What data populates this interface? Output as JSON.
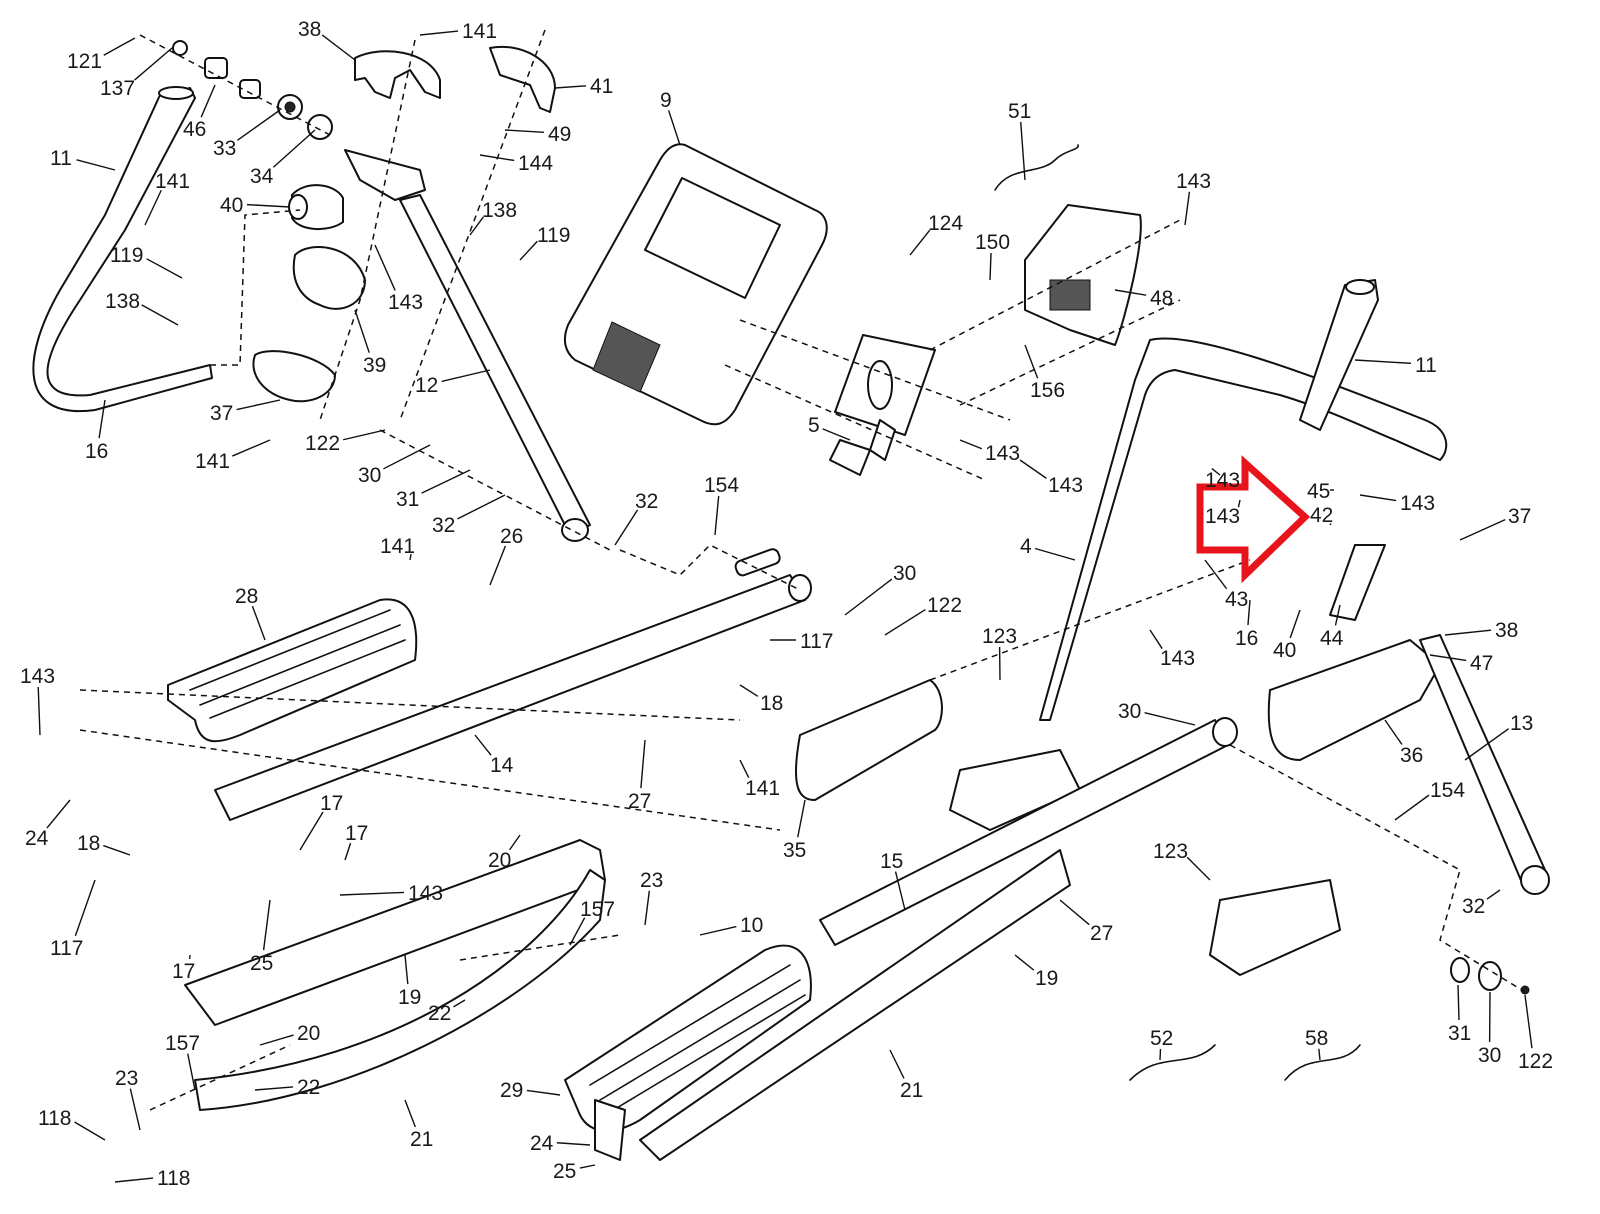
{
  "diagram": {
    "title": "Elliptical exploded parts diagram",
    "highlight_color": "#e8141c",
    "line_color": "#111111",
    "label_color": "#1a1a1a",
    "highlight": {
      "shape": "arrow-right",
      "points_to_part": "42"
    },
    "labels": [
      {
        "id": "l121",
        "text": "121"
      },
      {
        "id": "l137",
        "text": "137"
      },
      {
        "id": "l46",
        "text": "46"
      },
      {
        "id": "l33",
        "text": "33"
      },
      {
        "id": "l34",
        "text": "34"
      },
      {
        "id": "l11a",
        "text": "11"
      },
      {
        "id": "l141a",
        "text": "141"
      },
      {
        "id": "l40a",
        "text": "40"
      },
      {
        "id": "l38a",
        "text": "38"
      },
      {
        "id": "l141b",
        "text": "141"
      },
      {
        "id": "l41",
        "text": "41"
      },
      {
        "id": "l49",
        "text": "49"
      },
      {
        "id": "l144",
        "text": "144"
      },
      {
        "id": "l138a",
        "text": "138"
      },
      {
        "id": "l119a",
        "text": "119"
      },
      {
        "id": "l9",
        "text": "9"
      },
      {
        "id": "l119b",
        "text": "119"
      },
      {
        "id": "l138b",
        "text": "138"
      },
      {
        "id": "l143a",
        "text": "143"
      },
      {
        "id": "l39",
        "text": "39"
      },
      {
        "id": "l37a",
        "text": "37"
      },
      {
        "id": "l16a",
        "text": "16"
      },
      {
        "id": "l141c",
        "text": "141"
      },
      {
        "id": "l12",
        "text": "12"
      },
      {
        "id": "l122a",
        "text": "122"
      },
      {
        "id": "l30a",
        "text": "30"
      },
      {
        "id": "l31a",
        "text": "31"
      },
      {
        "id": "l32a",
        "text": "32"
      },
      {
        "id": "l32b",
        "text": "32"
      },
      {
        "id": "l154a",
        "text": "154"
      },
      {
        "id": "l51",
        "text": "51"
      },
      {
        "id": "l143b",
        "text": "143"
      },
      {
        "id": "l124",
        "text": "124"
      },
      {
        "id": "l150",
        "text": "150"
      },
      {
        "id": "l48",
        "text": "48"
      },
      {
        "id": "l156",
        "text": "156"
      },
      {
        "id": "l11b",
        "text": "11"
      },
      {
        "id": "l5",
        "text": "5"
      },
      {
        "id": "l143c",
        "text": "143"
      },
      {
        "id": "l143d",
        "text": "143"
      },
      {
        "id": "l143e",
        "text": "143"
      },
      {
        "id": "l143f",
        "text": "143"
      },
      {
        "id": "l45",
        "text": "45"
      },
      {
        "id": "l143g",
        "text": "143"
      },
      {
        "id": "l42",
        "text": "42"
      },
      {
        "id": "l37b",
        "text": "37"
      },
      {
        "id": "l4",
        "text": "4"
      },
      {
        "id": "l43",
        "text": "43"
      },
      {
        "id": "l16b",
        "text": "16"
      },
      {
        "id": "l40b",
        "text": "40"
      },
      {
        "id": "l44",
        "text": "44"
      },
      {
        "id": "l143h",
        "text": "143"
      },
      {
        "id": "l38b",
        "text": "38"
      },
      {
        "id": "l47",
        "text": "47"
      },
      {
        "id": "l141d",
        "text": "141"
      },
      {
        "id": "l26",
        "text": "26"
      },
      {
        "id": "l28",
        "text": "28"
      },
      {
        "id": "l30b",
        "text": "30"
      },
      {
        "id": "l122b",
        "text": "122"
      },
      {
        "id": "l117a",
        "text": "117"
      },
      {
        "id": "l18a",
        "text": "18"
      },
      {
        "id": "l123a",
        "text": "123"
      },
      {
        "id": "l13",
        "text": "13"
      },
      {
        "id": "l30c",
        "text": "30"
      },
      {
        "id": "l36",
        "text": "36"
      },
      {
        "id": "l143i",
        "text": "143"
      },
      {
        "id": "l24a",
        "text": "24"
      },
      {
        "id": "l18b",
        "text": "18"
      },
      {
        "id": "l14",
        "text": "14"
      },
      {
        "id": "l27a",
        "text": "27"
      },
      {
        "id": "l141e",
        "text": "141"
      },
      {
        "id": "l35",
        "text": "35"
      },
      {
        "id": "l17a",
        "text": "17"
      },
      {
        "id": "l17b",
        "text": "17"
      },
      {
        "id": "l143j",
        "text": "143"
      },
      {
        "id": "l117b",
        "text": "117"
      },
      {
        "id": "l25a",
        "text": "25"
      },
      {
        "id": "l17c",
        "text": "17"
      },
      {
        "id": "l20a",
        "text": "20"
      },
      {
        "id": "l154b",
        "text": "154"
      },
      {
        "id": "l123b",
        "text": "123"
      },
      {
        "id": "l32c",
        "text": "32"
      },
      {
        "id": "l15",
        "text": "15"
      },
      {
        "id": "l27b",
        "text": "27"
      },
      {
        "id": "l23a",
        "text": "23"
      },
      {
        "id": "l157a",
        "text": "157"
      },
      {
        "id": "l10",
        "text": "10"
      },
      {
        "id": "l19a",
        "text": "19"
      },
      {
        "id": "l22a",
        "text": "22"
      },
      {
        "id": "l19b",
        "text": "19"
      },
      {
        "id": "l20b",
        "text": "20"
      },
      {
        "id": "l157b",
        "text": "157"
      },
      {
        "id": "l22b",
        "text": "22"
      },
      {
        "id": "l23b",
        "text": "23"
      },
      {
        "id": "l118a",
        "text": "118"
      },
      {
        "id": "l118b",
        "text": "118"
      },
      {
        "id": "l21a",
        "text": "21"
      },
      {
        "id": "l29",
        "text": "29"
      },
      {
        "id": "l21b",
        "text": "21"
      },
      {
        "id": "l24b",
        "text": "24"
      },
      {
        "id": "l25b",
        "text": "25"
      },
      {
        "id": "l52",
        "text": "52"
      },
      {
        "id": "l58",
        "text": "58"
      },
      {
        "id": "l31b",
        "text": "31"
      },
      {
        "id": "l30d",
        "text": "30"
      },
      {
        "id": "l122c",
        "text": "122"
      }
    ]
  }
}
